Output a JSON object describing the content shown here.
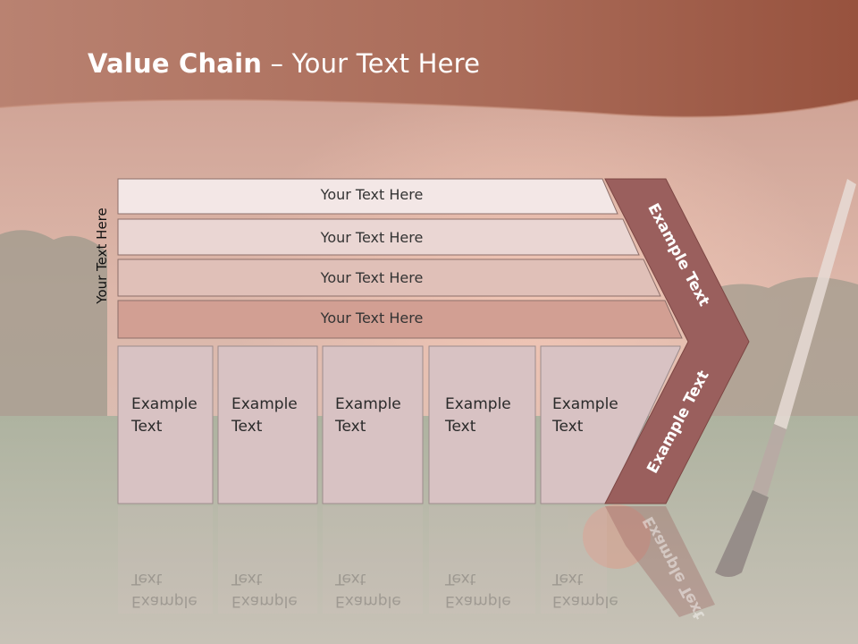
{
  "slide": {
    "title_bold": "Value Chain",
    "title_rest": " – Your Text Here",
    "side_label": "Your Text Here"
  },
  "rows": [
    {
      "label": "Your Text Here",
      "fill": "#f3e7e6"
    },
    {
      "label": "Your Text Here",
      "fill": "#ead6d3"
    },
    {
      "label": "Your Text Here",
      "fill": "#e0c0b8"
    },
    {
      "label": "Your Text Here",
      "fill": "#d29f93"
    }
  ],
  "columns": [
    {
      "line1": "Example",
      "line2": "Text"
    },
    {
      "line1": "Example",
      "line2": "Text"
    },
    {
      "line1": "Example",
      "line2": "Text"
    },
    {
      "line1": "Example",
      "line2": "Text"
    },
    {
      "line1": "Example",
      "line2": "Text"
    }
  ],
  "arrow": {
    "upper_label": "Example Text",
    "lower_label": "Example Text",
    "color": "#9a5f5d"
  },
  "colors": {
    "header": "#a8604d",
    "column_fill": "#d8c2c3",
    "column_border": "#9c8c8c"
  }
}
